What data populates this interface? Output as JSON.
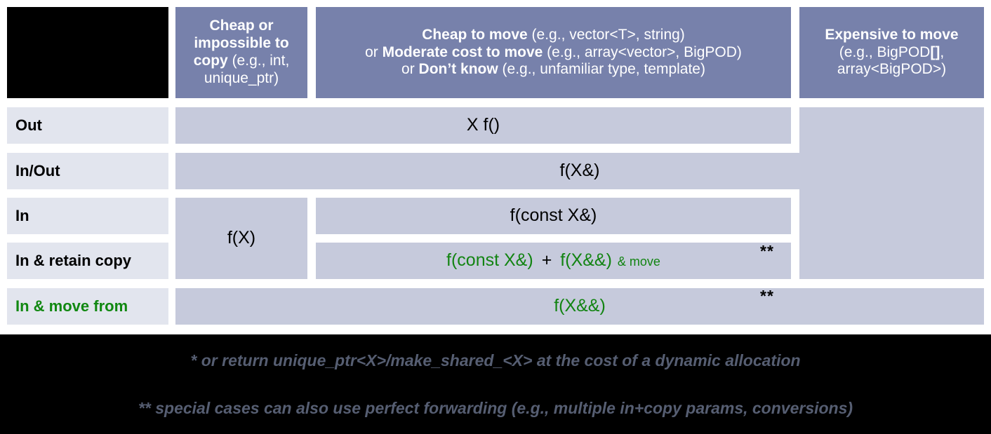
{
  "table": {
    "corner_label": "",
    "columns": [
      {
        "id": "rowlabels",
        "label": ""
      },
      {
        "id": "cheap-copy",
        "line1_bold": "Cheap or",
        "line2_bold": "impossible to",
        "line3_bold": "copy",
        "line3_rest": " (e.g., int,",
        "line4_rest": "unique_ptr)"
      },
      {
        "id": "cheap-move",
        "line1_bold": "Cheap to move",
        "line1_rest": " (e.g., vector<T>, string)",
        "line2_pre": "or ",
        "line2_bold": "Moderate cost to move",
        "line2_rest": " (e.g., array<vector>, BigPOD)",
        "line3_pre": "or ",
        "line3_bold": "Don’t know",
        "line3_rest": " (e.g., unfamiliar type, template)"
      },
      {
        "id": "expensive-move",
        "line1_bold": "Expensive to move",
        "line2_rest": "(e.g., BigPOD",
        "line2_bold": "[]",
        "line2_tail": ",",
        "line3_rest": "array<BigPOD>)"
      }
    ],
    "rows": [
      {
        "id": "out",
        "label": "Out",
        "green_label": false
      },
      {
        "id": "in-out",
        "label": "In/Out",
        "green_label": false
      },
      {
        "id": "in",
        "label": "In",
        "green_label": false
      },
      {
        "id": "in-retain-copy",
        "label": "In & retain copy",
        "green_label": false
      },
      {
        "id": "in-move-from",
        "label": "In & move from",
        "green_label": true
      }
    ],
    "cells": {
      "out_main": "X f()",
      "inout_main": "f(X&)",
      "in_cheapcopy": "f(X)",
      "in_main": "f(const X&)",
      "retain_part1": "f(const X&)",
      "retain_plus": "+",
      "retain_part2": "f(X&&)",
      "retain_part3": "& move",
      "retain_marker": "**",
      "movefrom_main": "f(X&&)",
      "movefrom_marker": "**"
    }
  },
  "footnotes": [
    "* or return unique_ptr<X>/make_shared_<X> at the cost of a dynamic allocation",
    "** special cases can also use perfect forwarding (e.g., multiple in+copy params, conversions)"
  ],
  "colors": {
    "header_fill": "#7781ab",
    "rowlabel_fill": "#e2e5ee",
    "data_fill": "#c6cadc",
    "accent_green": "#128412",
    "footer_bg": "#000000",
    "footnote_text": "#565e72"
  }
}
